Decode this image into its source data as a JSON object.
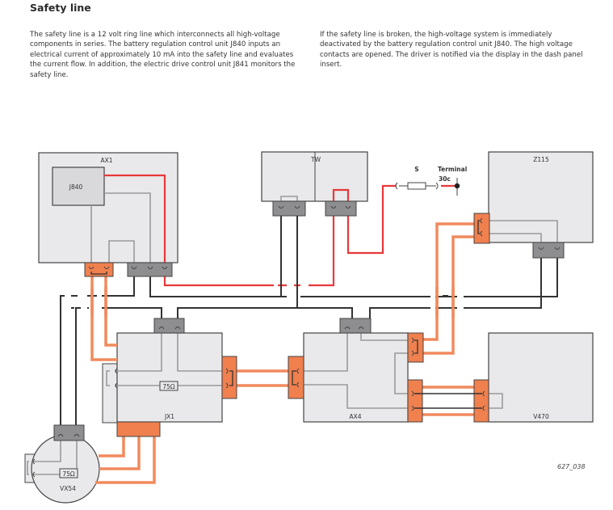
{
  "page": {
    "title": "Safety line",
    "paragraphs": [
      "The safety line is a 12 volt ring line which interconnects all high-voltage components in series. The battery regulation control unit J840 inputs an electrical current of approximately 10 mA into the safety line and evaluates the current flow. In addition, the electric drive control unit J841 monitors the safety line.",
      "If the safety line is broken, the high-voltage system is immediately deactivated by the battery regulation control unit J840. The high voltage contacts are opened. The driver is notified via the display in the dash panel insert."
    ],
    "figure_number": "627_038"
  },
  "diagram": {
    "components": {
      "ax1": "AX1",
      "j840": "J840",
      "tw": "TW",
      "z115": "Z115",
      "jx1": "JX1",
      "ax4": "AX4",
      "v470": "V470",
      "vx54": "VX54"
    },
    "resistor_jx1": "75Ω",
    "resistor_vx54": "75Ω",
    "fuse_label": "S",
    "terminal_label_1": "Terminal",
    "terminal_label_2": "30c",
    "colors": {
      "box_fill": "#e9e9eb",
      "inner_box_fill": "#d9d9db",
      "connector_grey": "#8e8e90",
      "connector_orange": "#f0804e",
      "hv_cable_orange": "#f08a5d",
      "wire_red": "#e8383a",
      "wire_dark": "#333333",
      "wire_grey": "#999999"
    }
  }
}
